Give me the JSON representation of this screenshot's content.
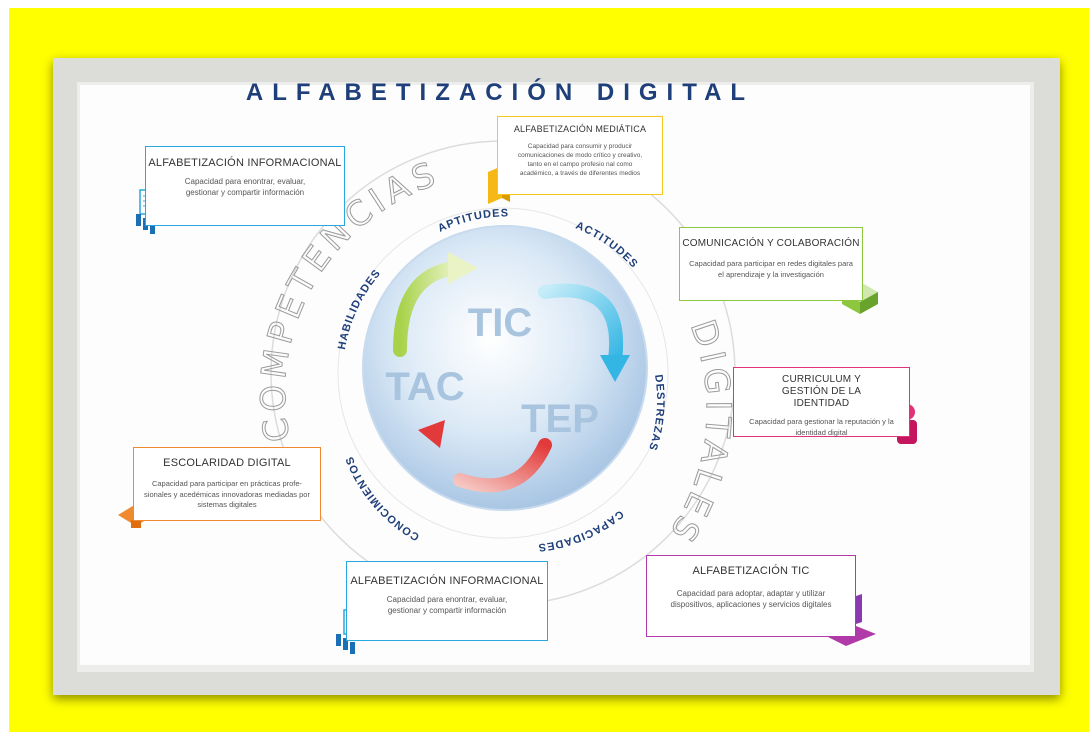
{
  "poster_title": "ALFABETIZACIÓN DIGITAL",
  "center": {
    "tic": "TIC",
    "tac": "TAC",
    "tep": "TEP"
  },
  "ring_labels": [
    "APTITUDES",
    "ACTITUDES",
    "DESTREZAS",
    "CAPACIDADES",
    "CONOCIMIENTOS",
    "HABILIDADES"
  ],
  "arc_words": {
    "left": "COMPETENCIAS",
    "right": "DIGITALES"
  },
  "boxes": {
    "info_top": {
      "title": "ALFABETIZACIÓN INFORMACIONAL",
      "desc": "Capacidad para enontrar, evaluar, gestionar y compartir información",
      "color": "#29a8e0"
    },
    "mediatica": {
      "title": "ALFABETIZACIÓN MEDIÁTICA",
      "desc": "Capacidad para consumir y producir comunicaciones de modo crítico y creativo, tanto en el campo profesio nal como académico, a través de diferentes medios",
      "color": "#f5c518"
    },
    "comunicacion": {
      "title": "COMUNICACIÓN Y COLABORACIÓN",
      "desc": "Capacidad para participar en redes digitales para el aprendizaje y la investigación",
      "color": "#8dc63f"
    },
    "curriculum": {
      "title": "CURRICULUM Y GESTIÓN DE LA IDENTIDAD",
      "desc": "Capacidad para gestionar la reputación y la identidad digital",
      "color": "#e0337a"
    },
    "escolaridad": {
      "title": "ESCOLARIDAD DIGITAL",
      "desc": "Capacidad para participar en prácticas profe- sionales y acedémicas innovadoras mediadas por sistemas digitales",
      "color": "#f08a30"
    },
    "info_bottom": {
      "title": "ALFABETIZACIÓN INFORMACIONAL",
      "desc": "Capacidad para enontrar, evaluar, gestionar y compartir información",
      "color": "#29a8e0"
    },
    "tic": {
      "title": "ALFABETIZACIÓN TIC",
      "desc": "Capacidad para adoptar, adaptar y utilizar dispositivos, aplicaciones y servicios  digitales",
      "color": "#b03aa8"
    }
  }
}
